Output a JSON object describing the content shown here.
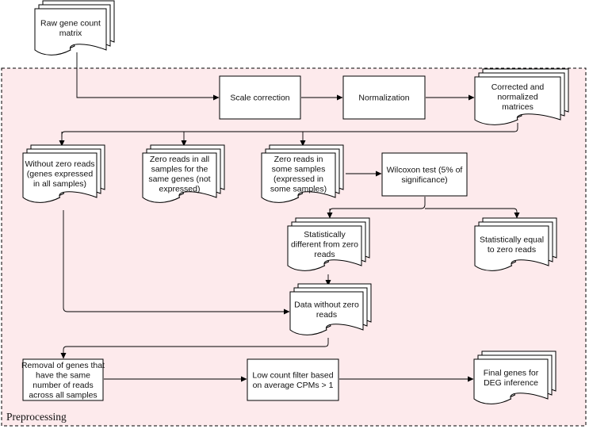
{
  "region": {
    "label": "Preprocessing",
    "fill": "#fdeaec"
  },
  "nodes": {
    "raw": {
      "type": "document",
      "lines": [
        "Raw gene count",
        "matrix"
      ]
    },
    "scale": {
      "type": "process",
      "lines": [
        "Scale correction"
      ]
    },
    "norm": {
      "type": "process",
      "lines": [
        "Normalization"
      ]
    },
    "corrected": {
      "type": "document",
      "lines": [
        "Corrected and",
        "normalized",
        "matrices"
      ]
    },
    "without_zero": {
      "type": "document",
      "lines": [
        "Without zero reads",
        "(genes expressed",
        "in all samples)"
      ]
    },
    "zero_all": {
      "type": "document",
      "lines": [
        "Zero reads in all",
        "samples for the",
        "same genes (not",
        "expressed)"
      ]
    },
    "zero_some": {
      "type": "document",
      "lines": [
        "Zero reads in",
        "some samples",
        "(expressed in",
        "some samples)"
      ]
    },
    "wilcoxon": {
      "type": "process",
      "lines": [
        "Wilcoxon test (5% of",
        "significance)"
      ]
    },
    "stat_diff": {
      "type": "document",
      "lines": [
        "Statistically",
        "different from zero",
        "reads"
      ]
    },
    "stat_equal": {
      "type": "document",
      "lines": [
        "Statistically equal",
        "to zero reads"
      ]
    },
    "data_without": {
      "type": "document",
      "lines": [
        "Data without zero",
        "reads"
      ]
    },
    "removal": {
      "type": "process",
      "lines": [
        "Removal of genes that",
        "have the same",
        "number of reads",
        "across all samples"
      ]
    },
    "lowcount": {
      "type": "process",
      "lines": [
        "Low count filter based",
        "on average CPMs > 1"
      ]
    },
    "final": {
      "type": "document",
      "lines": [
        "Final genes for",
        "DEG inference"
      ]
    }
  },
  "edges": [
    {
      "from": "raw",
      "to": "scale"
    },
    {
      "from": "scale",
      "to": "norm"
    },
    {
      "from": "norm",
      "to": "corrected"
    },
    {
      "from": "corrected",
      "to": "without_zero"
    },
    {
      "from": "corrected",
      "to": "zero_all"
    },
    {
      "from": "corrected",
      "to": "zero_some"
    },
    {
      "from": "zero_some",
      "to": "wilcoxon"
    },
    {
      "from": "wilcoxon",
      "to": "stat_diff"
    },
    {
      "from": "wilcoxon",
      "to": "stat_equal"
    },
    {
      "from": "stat_diff",
      "to": "data_without"
    },
    {
      "from": "without_zero",
      "to": "data_without"
    },
    {
      "from": "data_without",
      "to": "removal"
    },
    {
      "from": "removal",
      "to": "lowcount"
    },
    {
      "from": "lowcount",
      "to": "final"
    }
  ]
}
